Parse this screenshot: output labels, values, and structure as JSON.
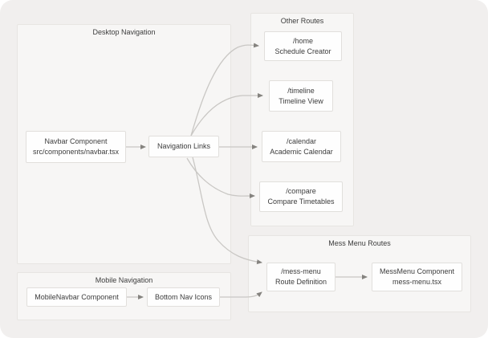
{
  "colors": {
    "card_bg": "#f1efee",
    "group_bg": "#f7f6f5",
    "group_border": "#e7e5e2",
    "node_bg": "#fefefe",
    "node_border": "#e1dfdc",
    "text": "#3c3c3c",
    "edge": "#c9c7c4",
    "arrow": "#85837f"
  },
  "groups": {
    "desktop": {
      "title": "Desktop Navigation"
    },
    "mobile": {
      "title": "Mobile Navigation"
    },
    "other": {
      "title": "Other Routes"
    },
    "mess": {
      "title": "Mess Menu Routes"
    }
  },
  "nodes": {
    "navbar": {
      "line1": "Navbar Component",
      "line2": "src/components/navbar.tsx"
    },
    "navlinks": {
      "line1": "Navigation Links"
    },
    "home": {
      "line1": "/home",
      "line2": "Schedule Creator"
    },
    "timeline": {
      "line1": "/timeline",
      "line2": "Timeline View"
    },
    "calendar": {
      "line1": "/calendar",
      "line2": "Academic Calendar"
    },
    "compare": {
      "line1": "/compare",
      "line2": "Compare Timetables"
    },
    "mess_route": {
      "line1": "/mess-menu",
      "line2": "Route Definition"
    },
    "mess_comp": {
      "line1": "MessMenu Component",
      "line2": "mess-menu.tsx"
    },
    "mobile_navbar": {
      "line1": "MobileNavbar Component"
    },
    "bottom_nav": {
      "line1": "Bottom Nav Icons"
    }
  },
  "edges": [
    {
      "from": "Navbar Component",
      "to": "Navigation Links"
    },
    {
      "from": "Navigation Links",
      "to": "/home"
    },
    {
      "from": "Navigation Links",
      "to": "/timeline"
    },
    {
      "from": "Navigation Links",
      "to": "/calendar"
    },
    {
      "from": "Navigation Links",
      "to": "/compare"
    },
    {
      "from": "Navigation Links",
      "to": "/mess-menu"
    },
    {
      "from": "Bottom Nav Icons",
      "to": "/mess-menu"
    },
    {
      "from": "MobileNavbar Component",
      "to": "Bottom Nav Icons"
    },
    {
      "from": "/mess-menu",
      "to": "MessMenu Component"
    }
  ]
}
